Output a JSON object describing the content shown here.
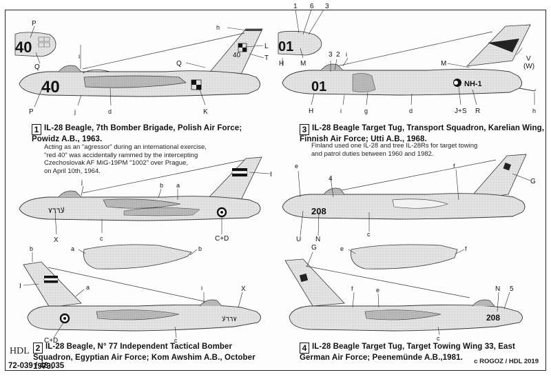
{
  "sheet": {
    "product_code": "72-039 / 48-035",
    "copyright": "c ROGOZ / HDL 2019",
    "logo_text": "HDL"
  },
  "profiles": [
    {
      "number": "1",
      "title": "IL-28 Beagle, 7th Bomber Brigade, Polish Air Force; Powidz A.B., 1963.",
      "note_lines": [
        "Acting as an \"agressor\" during an international exercise,",
        "\"red 40\" was accidentally rammed by the intercepting",
        "Czechoslovak AF MiG-19PM \"1002\" over Prague,",
        "on April 10th, 1964."
      ],
      "nose_code": "40",
      "fin_code": "40",
      "callouts": [
        "P",
        "Q",
        "h",
        "L",
        "T",
        "i",
        "Q",
        "P",
        "j",
        "d",
        "K"
      ]
    },
    {
      "number": "2",
      "title": "IL-28 Beagle, N° 77 Independent Tactical Bomber Squadron, Egyptian Air Force; Kom Awshim A.B., October 1973.",
      "note_lines": [],
      "nose_code": "arabic serial",
      "callouts": [
        "b",
        "a",
        "b",
        "I",
        "a",
        "i",
        "X",
        "C+D",
        "c"
      ]
    },
    {
      "number": "3",
      "title": "IL-28 Beagle Target Tug, Transport Squadron, Karelian Wing, Finnish Air Force; Utti A.B., 1968.",
      "note_lines": [
        "Finland used one IL-28 and tree IL-28Rs for target towing",
        "and patrol duties between 1960 and 1982."
      ],
      "nose_code": "01",
      "fuselage_code": "NH-1",
      "callouts": [
        "1",
        "6",
        "3",
        "H",
        "M",
        "3",
        "2",
        "i",
        "M",
        "V",
        "(W)",
        "H",
        "i",
        "g",
        "d",
        "J+S",
        "R",
        "h"
      ]
    },
    {
      "number": "4",
      "title": "IL-28 Beagle Target Tug, Target Towing Wing 33, East German Air Force; Peenemünde A.B.,1981.",
      "note_lines": [],
      "nose_code": "208",
      "callouts": [
        "e",
        "4",
        "f",
        "G",
        "U",
        "N",
        "c",
        "G",
        "e",
        "f",
        "f",
        "e",
        "N",
        "5",
        "c"
      ]
    }
  ],
  "profile1_labels": {
    "P_top": "P",
    "Q_top": "Q",
    "h": "h",
    "L": "L",
    "T": "T",
    "i": "i",
    "Q": "Q",
    "P": "P",
    "j": "j",
    "d": "d",
    "K": "K"
  },
  "profile2a_labels": {
    "j": "j",
    "b": "b",
    "a": "a",
    "I": "I",
    "X": "X",
    "c": "c",
    "CD": "C+D"
  },
  "profile2b_labels": {
    "b1": "b",
    "a1": "a",
    "b2": "b",
    "I": "I",
    "a2": "a",
    "i": "i",
    "X": "X",
    "CD": "C+D",
    "c": "c"
  },
  "profile3_labels": {
    "n1": "1",
    "n6": "6",
    "n3": "3",
    "H1": "H",
    "M1": "M",
    "n3b": "3",
    "n2": "2",
    "i1": "i",
    "M2": "M",
    "V": "V",
    "W": "(W)",
    "H2": "H",
    "i2": "i",
    "g": "g",
    "d": "d",
    "JS": "J+S",
    "R": "R",
    "h": "h"
  },
  "profile4a_labels": {
    "e": "e",
    "n4": "4",
    "f": "f",
    "G": "G",
    "U": "U",
    "N": "N",
    "c": "c"
  },
  "profile4b_labels": {
    "G": "G",
    "e1": "e",
    "f1": "f",
    "f2": "f",
    "e2": "e",
    "N": "N",
    "n5": "5",
    "c": "c"
  }
}
